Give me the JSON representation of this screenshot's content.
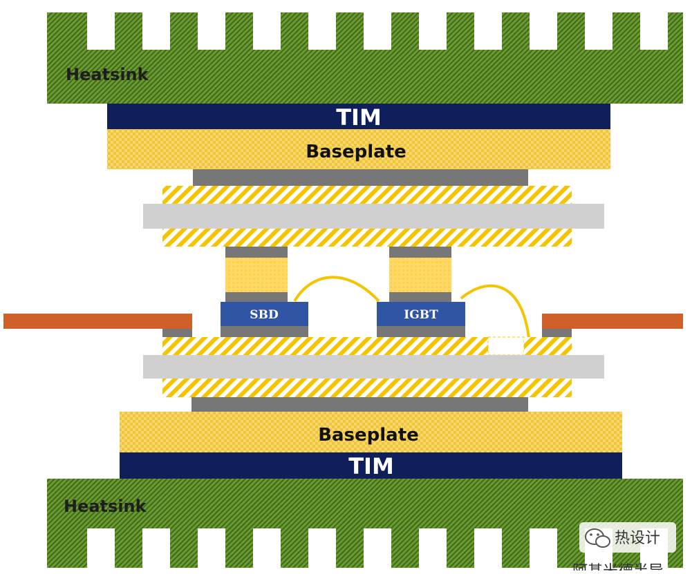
{
  "labels": {
    "heatsink_top": "Heatsink",
    "tim_top": "TIM",
    "baseplate_top": "Baseplate",
    "chip_sbd": "SBD",
    "chip_igbt": "IGBT",
    "baseplate_bottom": "Baseplate",
    "tim_bottom": "TIM",
    "heatsink_bottom": "Heatsink"
  },
  "watermark": {
    "line1": "热设计",
    "line2": "阿基米德半导"
  },
  "colors": {
    "heatsink": "#5f8a2a",
    "tim": "#0f1f5c",
    "baseplate": "#f7d45a",
    "solder": "#777777",
    "copper_stripe": "#f5c400",
    "ceramic": "#d0d0d0",
    "spacer": "#ffd966",
    "chip": "#2f55a4",
    "leadframe": "#d0602a",
    "bond_wire": "#f5c400"
  },
  "icons": {
    "watermark": "wechat-icon"
  }
}
